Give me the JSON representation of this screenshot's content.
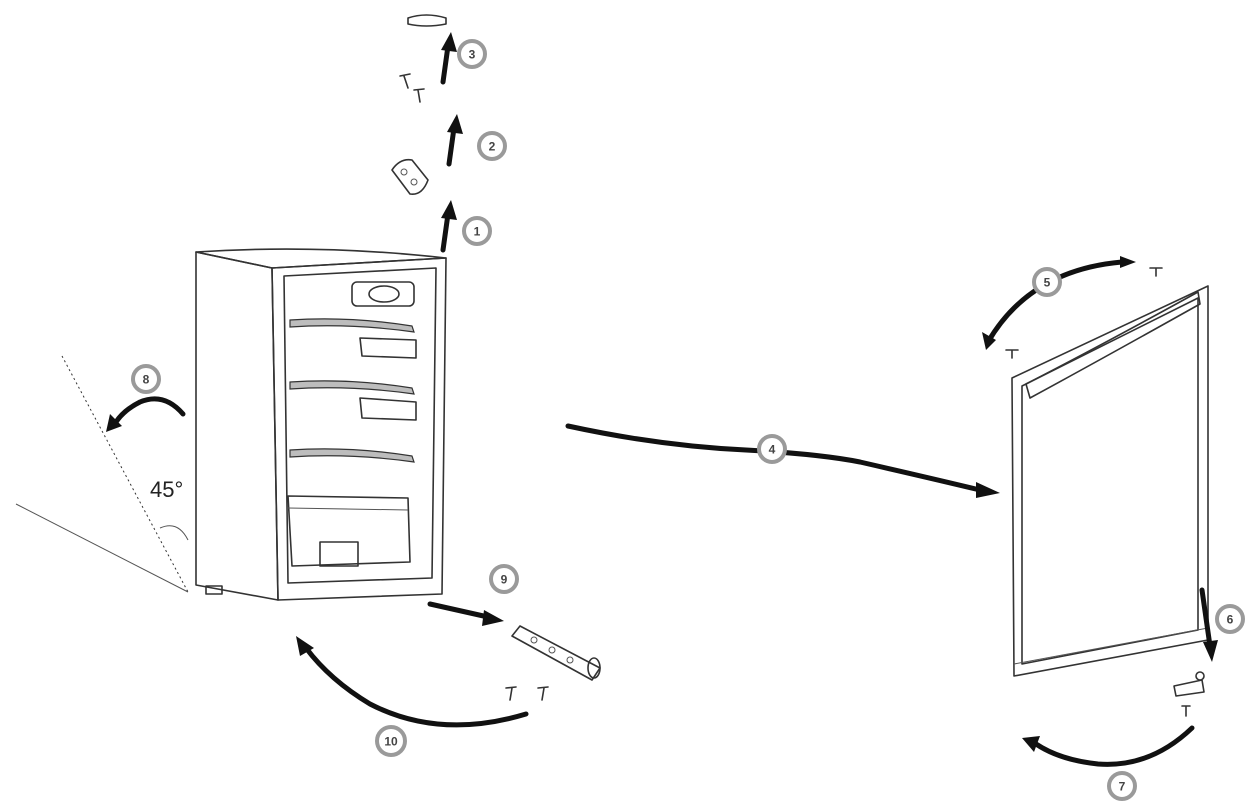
{
  "steps": [
    {
      "label": "1"
    },
    {
      "label": "2"
    },
    {
      "label": "3"
    },
    {
      "label": "4"
    },
    {
      "label": "5"
    },
    {
      "label": "6"
    },
    {
      "label": "7"
    },
    {
      "label": "8"
    },
    {
      "label": "9"
    },
    {
      "label": "10"
    }
  ],
  "tilt_angle": "45°",
  "colors": {
    "line": "#333333",
    "arrow": "#111111",
    "badge_ring": "#9a9a9a"
  }
}
